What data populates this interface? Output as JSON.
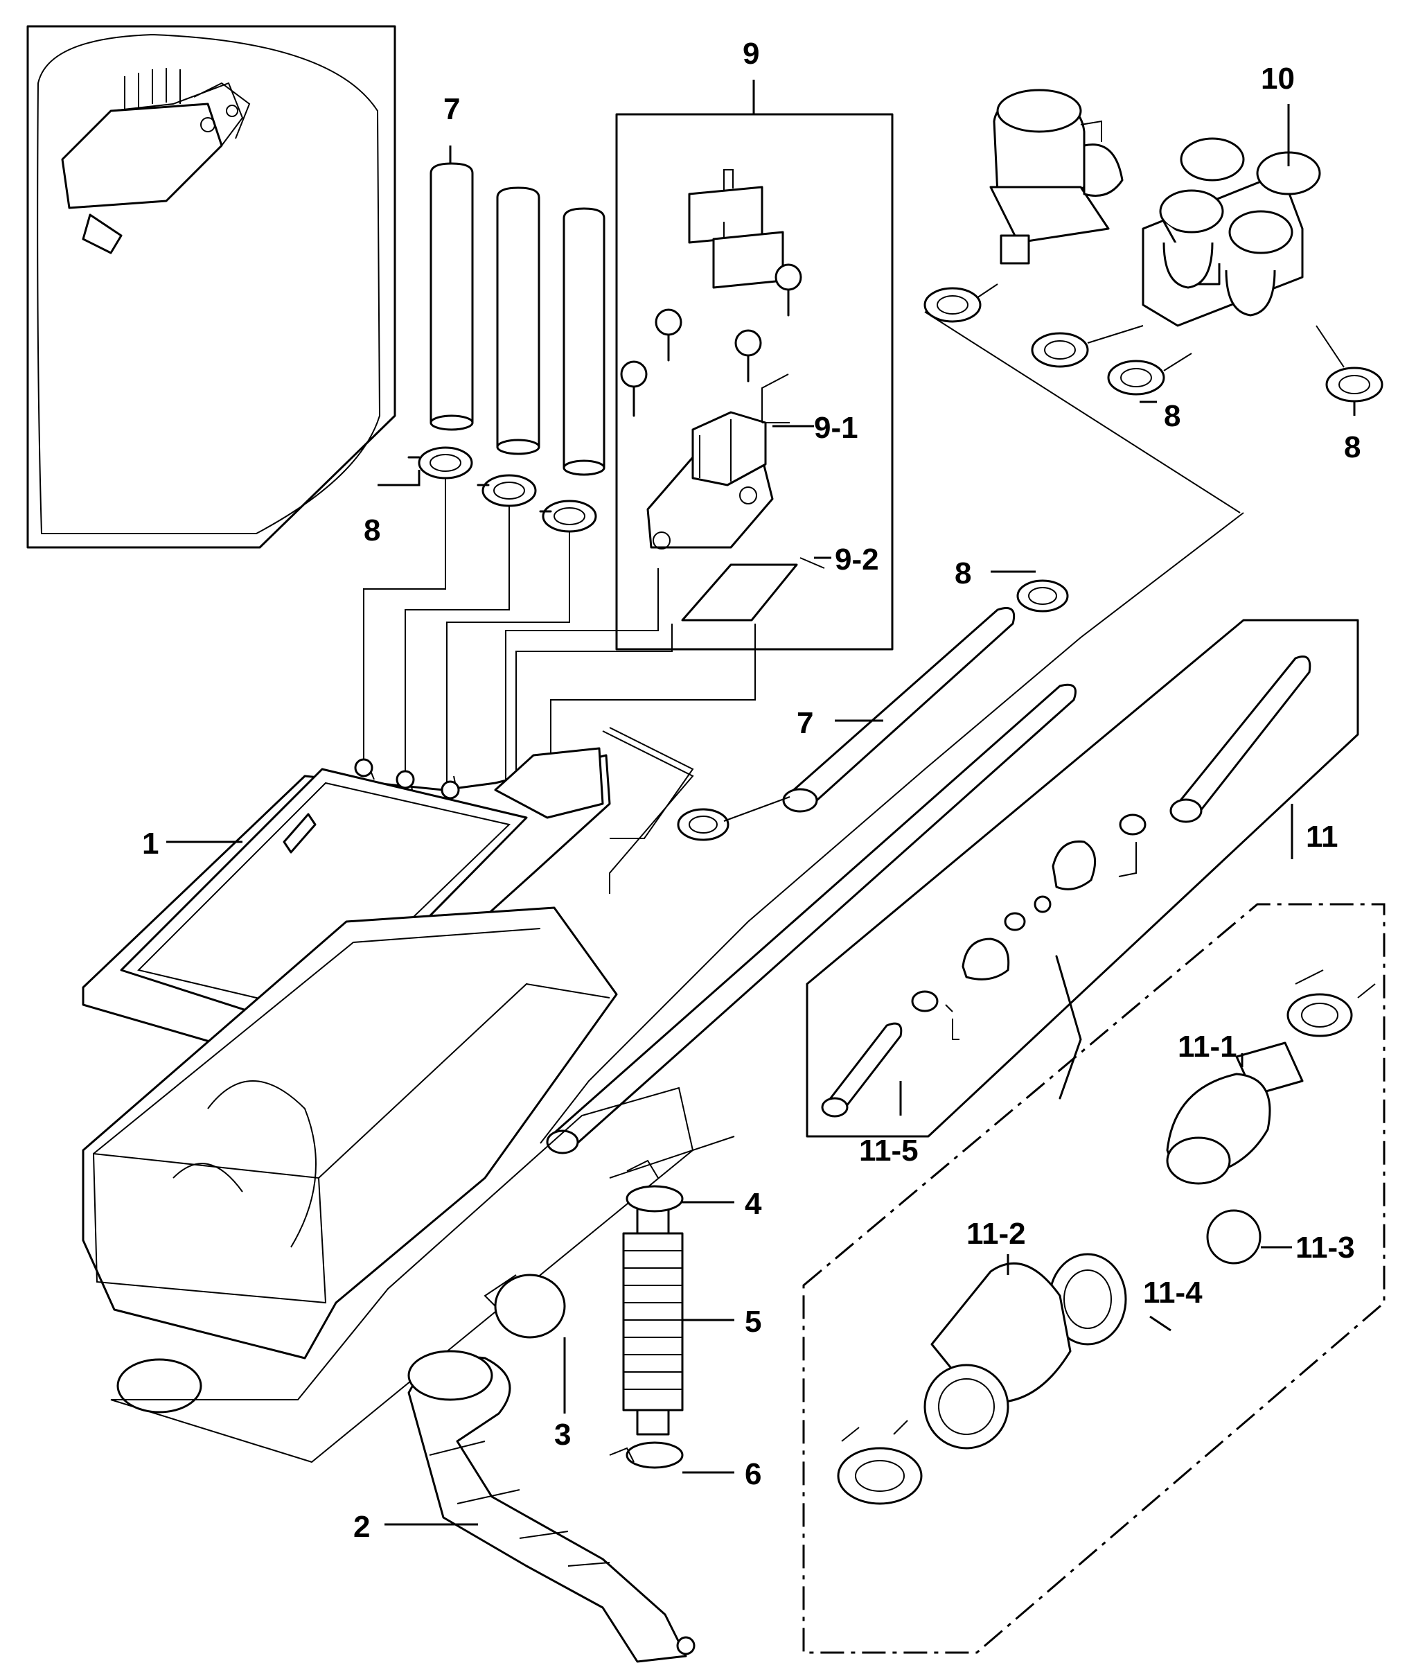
{
  "callouts": {
    "c1": "1",
    "c2": "2",
    "c3": "3",
    "c4": "4",
    "c5": "5",
    "c6": "6",
    "c7_top": "7",
    "c7_mid": "7",
    "c8_left": "8",
    "c8_mid": "8",
    "c8_valve_a": "8",
    "c8_valve_b": "8",
    "c9": "9",
    "c9_1": "9-1",
    "c9_2": "9-2",
    "c10": "10",
    "c11": "11",
    "c11_1": "11-1",
    "c11_2": "11-2",
    "c11_3": "11-3",
    "c11_4": "11-4",
    "c11_5": "11-5"
  },
  "colors": {
    "line": "#000000",
    "background": "#ffffff"
  }
}
